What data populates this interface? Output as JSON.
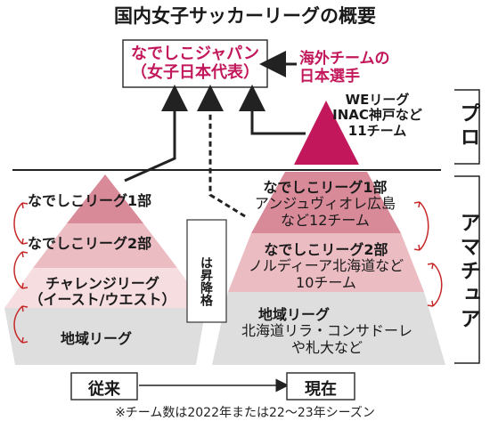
{
  "title": "国内女子サッカーリーグの概要",
  "national_team": {
    "line1": "なでしこジャパン",
    "line2": "（女子日本代表）"
  },
  "overseas": {
    "line1": "海外チームの",
    "line2": "日本選手"
  },
  "pro_label": "プロ",
  "amateur_label": "アマチュア",
  "before": {
    "label": "従来",
    "tiers": {
      "div1": "なでしこリーグ1部",
      "div2": "なでしこリーグ2部",
      "challenge_line1": "チャレンジリーグ",
      "challenge_line2": "（イースト/ウエスト）",
      "regional": "地域リーグ"
    }
  },
  "promotion_note": "は昇降格",
  "now": {
    "label": "現在",
    "we_league": {
      "name": "WEリーグ",
      "example": "INAC神戸など",
      "count": "11チーム"
    },
    "div1": {
      "name": "なでしこリーグ1部",
      "example": "アンジュヴィオレ広島",
      "count": "など12チーム"
    },
    "div2": {
      "name": "なでしこリーグ2部",
      "example": "ノルディーア北海道など",
      "count": "10チーム"
    },
    "regional": {
      "name": "地域リーグ",
      "example": "北海道リラ・コンサドーレ",
      "count": "や札大など"
    }
  },
  "footnote": "※チーム数は2022年または22～23年シーズン",
  "colors": {
    "accent": "#c2185b",
    "pro_triangle": "#c2185b",
    "tier1": "#d98a99",
    "tier2": "#ecbcc3",
    "tier3": "#f5dde0",
    "tier4": "#dedede"
  }
}
